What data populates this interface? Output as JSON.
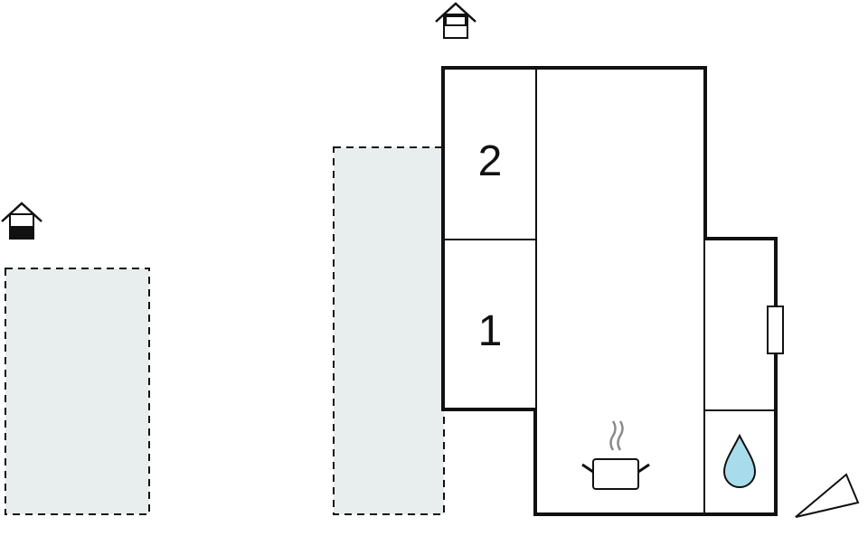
{
  "floorplan": {
    "rooms": [
      {
        "id": "bedroom-2",
        "label": "2",
        "kind": "bedroom"
      },
      {
        "id": "bedroom-1",
        "label": "1",
        "kind": "bedroom"
      },
      {
        "id": "living-area",
        "kind": "living"
      },
      {
        "id": "side-room",
        "kind": "utility"
      },
      {
        "id": "bathroom",
        "kind": "bathroom"
      }
    ],
    "icons": [
      "house-icon",
      "house-icon",
      "cooking-pot-icon",
      "water-drop-icon",
      "window-icon",
      "compass-arrow-icon"
    ],
    "colors": {
      "wall": "#111111",
      "terrace_fill": "#e8eded",
      "water": "#a8dcec",
      "background": "#ffffff"
    }
  }
}
